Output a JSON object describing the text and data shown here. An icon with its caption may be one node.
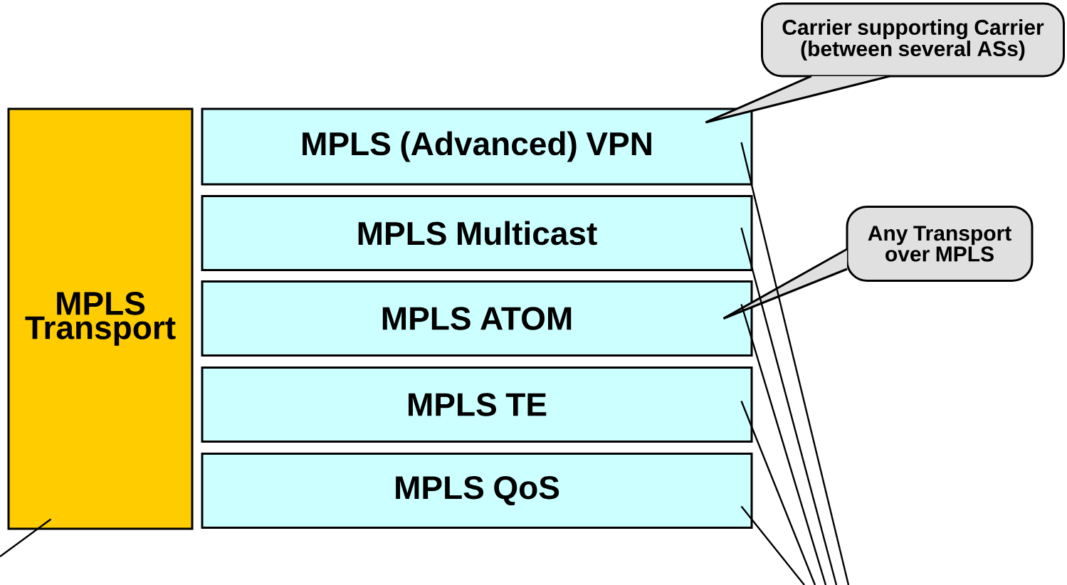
{
  "diagram": {
    "nodes": [
      {
        "text": [
          "MPLS Transport"
        ]
      },
      {
        "text": [
          "MPLS (Advanced) VPN"
        ]
      },
      {
        "text": [
          "MPLS Multicast"
        ]
      },
      {
        "text": [
          "MPLS ATOM"
        ]
      },
      {
        "text": [
          "MPLS TE"
        ]
      },
      {
        "text": [
          "MPLS QoS"
        ]
      },
      {
        "text": [
          "Carrier supporting Carrier (between several ASs)"
        ]
      },
      {
        "text": [
          "Any Transport over MPLS"
        ]
      }
    ],
    "edges": [
      {
        "from": 6,
        "to": 1,
        "arrow": "none"
      },
      {
        "from": 7,
        "to": 3,
        "arrow": "none"
      },
      {
        "from": 1,
        "to": null,
        "arrow": "none"
      },
      {
        "from": 2,
        "to": null,
        "arrow": "none"
      },
      {
        "from": 3,
        "to": null,
        "arrow": "none"
      },
      {
        "from": 4,
        "to": null,
        "arrow": "none"
      },
      {
        "from": 5,
        "to": null,
        "arrow": "none"
      },
      {
        "from": 0,
        "to": null,
        "arrow": "none"
      }
    ]
  }
}
